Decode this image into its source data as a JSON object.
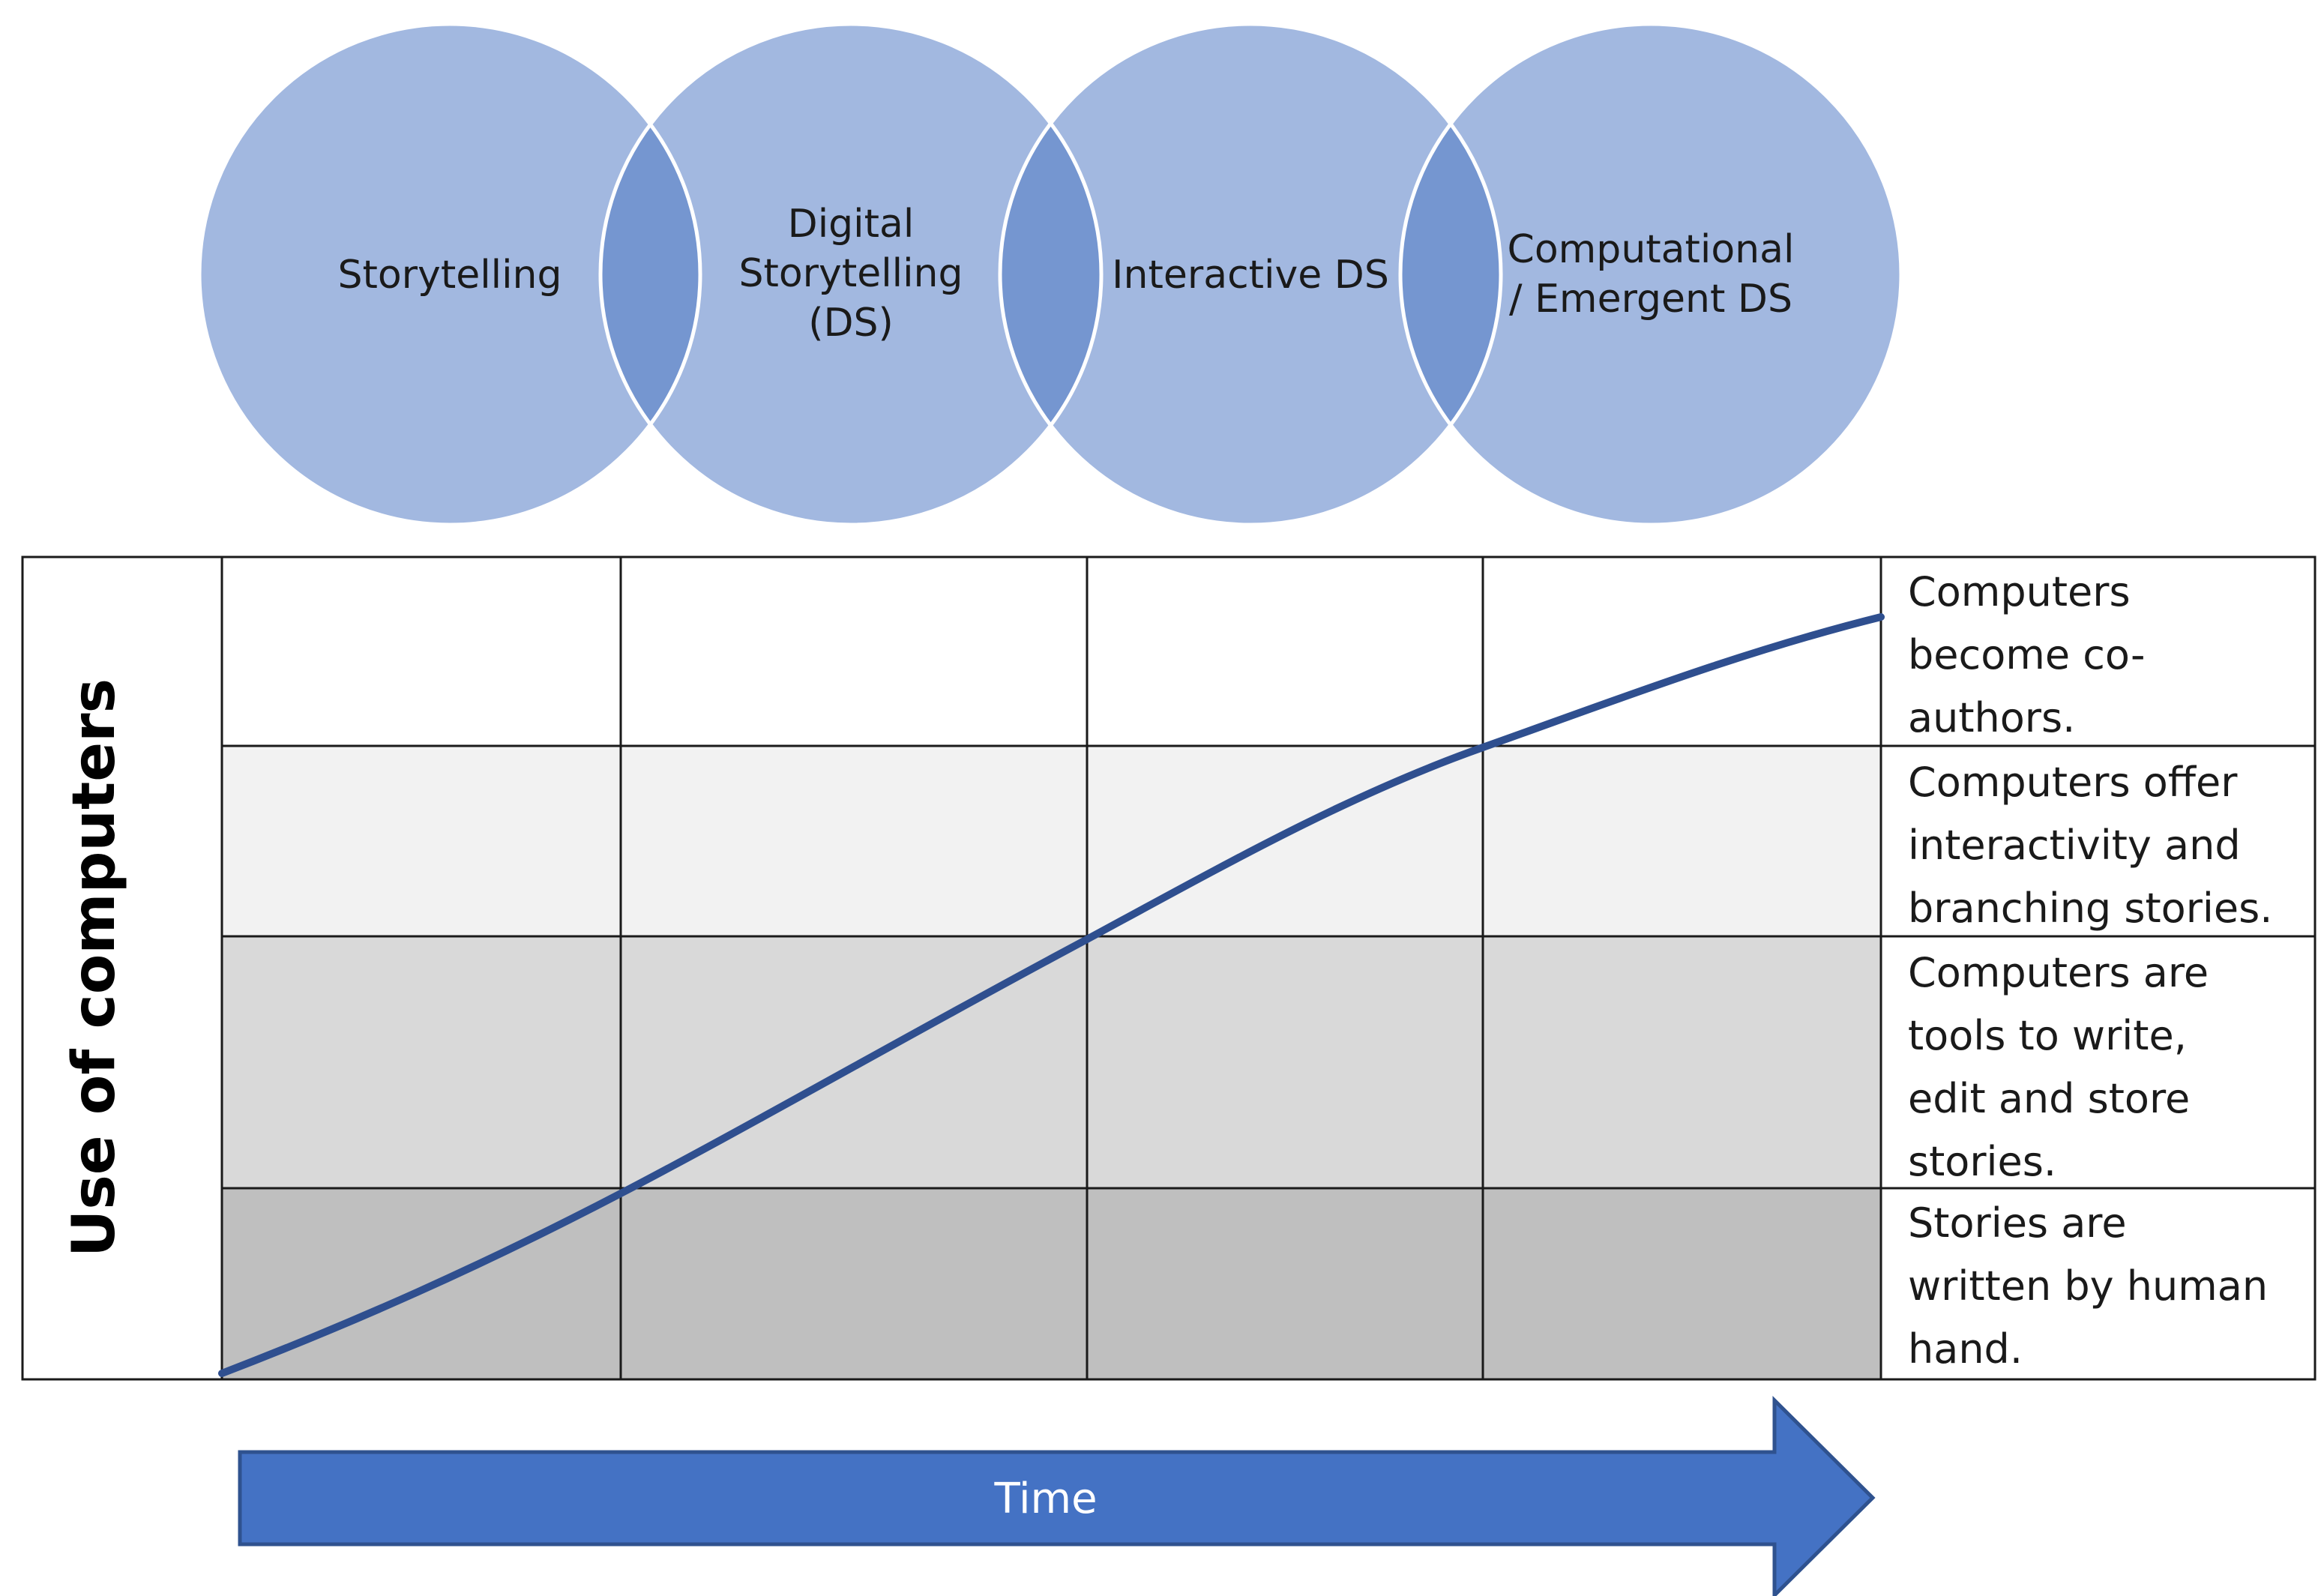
{
  "stages": [
    {
      "lines": [
        "Storytelling"
      ]
    },
    {
      "lines": [
        "Digital",
        "Storytelling",
        "(DS)"
      ]
    },
    {
      "lines": [
        "Interactive DS"
      ]
    },
    {
      "lines": [
        "Computational",
        "/ Emergent DS"
      ]
    }
  ],
  "levels": [
    {
      "lines": [
        "Computers",
        "become co-",
        "authors."
      ]
    },
    {
      "lines": [
        "Computers offer",
        "interactivity and",
        "branching stories."
      ]
    },
    {
      "lines": [
        "Computers are",
        "tools to write,",
        "edit and store",
        "stories."
      ]
    },
    {
      "lines": [
        "Stories are",
        "written by human",
        "hand."
      ]
    }
  ],
  "y_axis_label": "Use of computers",
  "time_label": "Time",
  "colors": {
    "circle_fill": "#a2b8e0",
    "circle_overlap": "#7596d0",
    "circle_stroke": "#ffffff",
    "band_1": "#ffffff",
    "band_2": "#f2f2f2",
    "band_3": "#d9d9d9",
    "band_4": "#bfbfbf",
    "grid_line": "#1a1a1a",
    "curve": "#2f4f8f",
    "arrow_fill": "#4472c4",
    "arrow_stroke": "#2f528f"
  }
}
